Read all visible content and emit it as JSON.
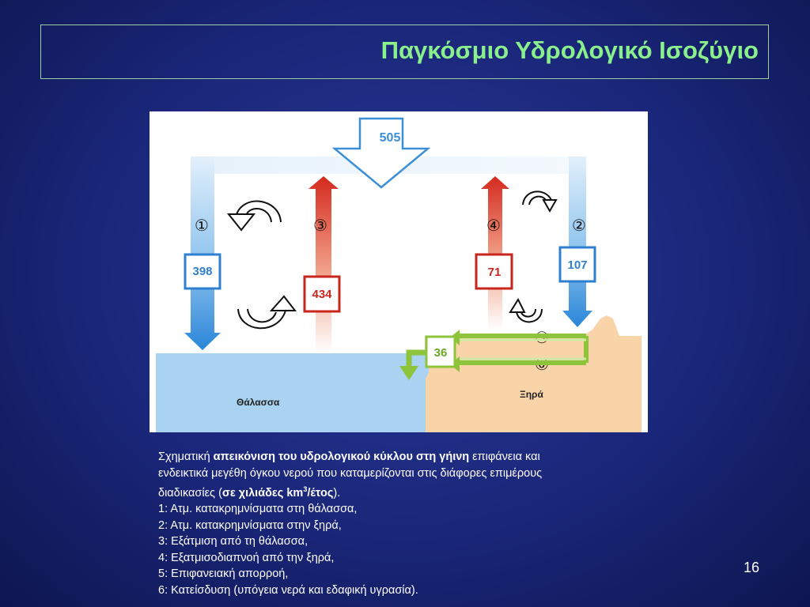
{
  "title": "Παγκόσμιο Υδρολογικό Ισοζύγιο",
  "page_number": "16",
  "diagram": {
    "top_value": "505",
    "sea_label": "Θάλασσα",
    "land_label": "Ξηρά",
    "flows": [
      {
        "marker": "①",
        "value": "398"
      },
      {
        "marker": "②",
        "value": "107"
      },
      {
        "marker": "③",
        "value": "434"
      },
      {
        "marker": "④",
        "value": "71"
      },
      {
        "marker": "⑤",
        "value": "36"
      },
      {
        "marker": "⑥",
        "value": ""
      }
    ],
    "colors": {
      "blue_arrow": "#2a86d8",
      "red_arrow": "#d42a1e",
      "green_arrow": "#8dc43c",
      "sea": "#a9d3f0",
      "land": "#f9d4a8"
    }
  },
  "caption": {
    "line1_a": "Σχηματική ",
    "line1_b": "απεικόνιση του υδρολογικού κύκλου στη γήινη",
    "line1_c": " επιφάνεια και",
    "line2": "ενδεικτικά μεγέθη όγκου νερού που καταμερίζονται στις διάφορες επιμέρους",
    "line3_a": "διαδικασίες (",
    "line3_b": "σε χιλιάδες km",
    "line3_sup": "3",
    "line3_c": "/έτος",
    "line3_d": ").",
    "items": [
      "1: Ατμ. κατακρημνίσματα στη θάλασσα,",
      "2: Ατμ. κατακρημνίσματα στην ξηρά,",
      "3: Εξάτμιση από τη θάλασσα,",
      "4: Εξατμισοδιαπνοή από την ξηρά,",
      "5: Επιφανειακή απορροή,",
      "6: Κατείσδυση (υπόγεια νερά και εδαφική υγρασία)."
    ]
  }
}
